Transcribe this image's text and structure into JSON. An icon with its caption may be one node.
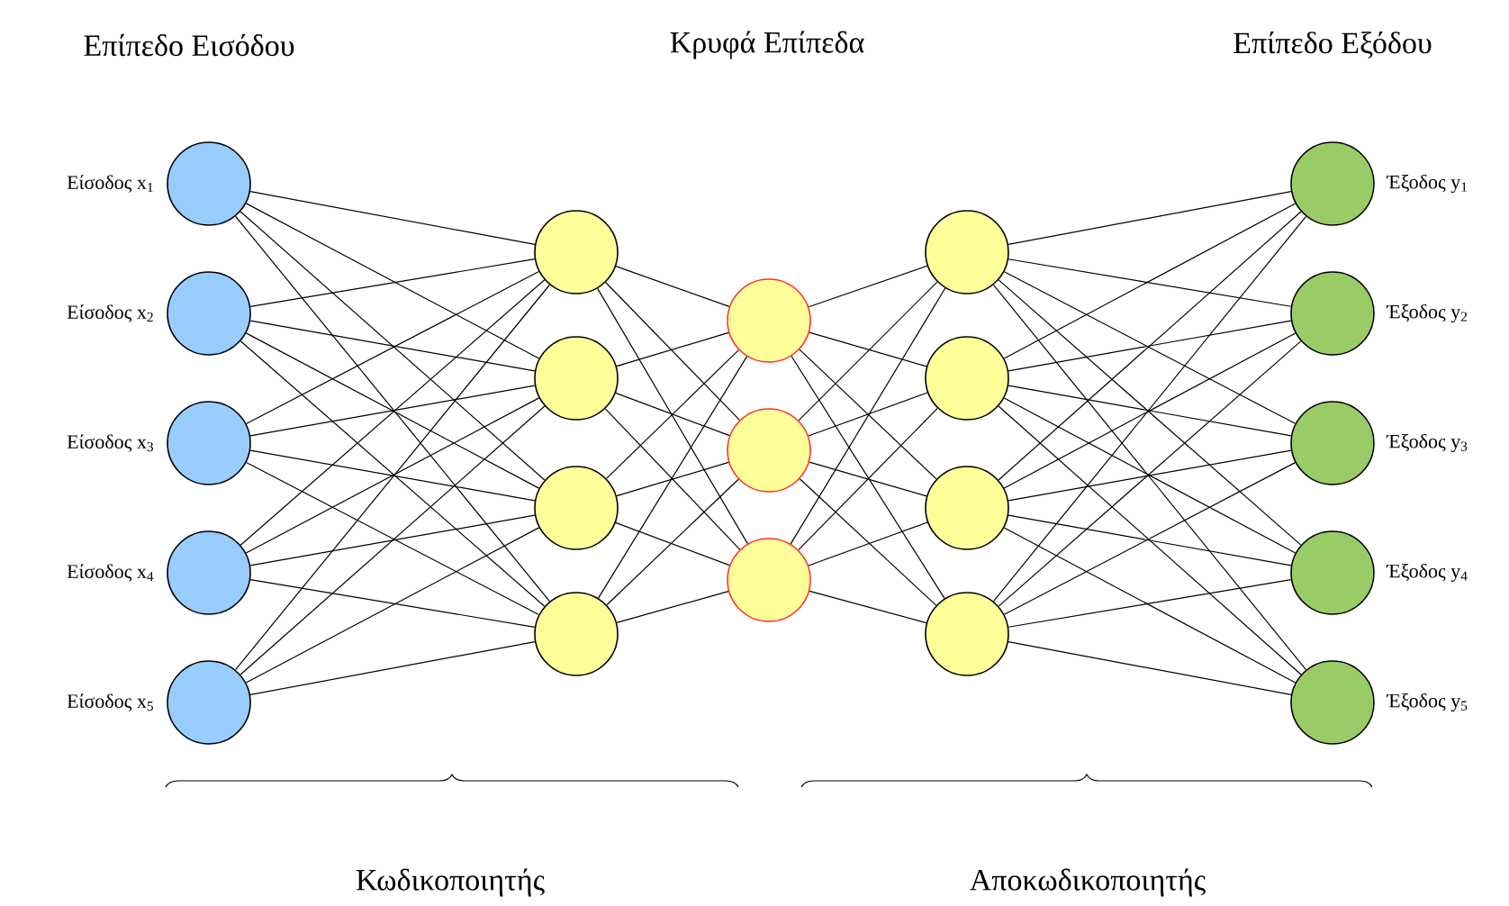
{
  "diagram": {
    "nodes": [
      {
        "text": [],
        "shape": "circle",
        "beside": [
          "Είσοδος x$_{1}$"
        ]
      },
      {
        "text": [],
        "shape": "circle",
        "beside": [
          "Είσοδος x$_{2}$"
        ]
      },
      {
        "text": [],
        "shape": "circle",
        "beside": [
          "Είσοδος x$_{3}$"
        ]
      },
      {
        "text": [],
        "shape": "circle",
        "beside": [
          "Είσοδος x$_{4}$"
        ]
      },
      {
        "text": [],
        "shape": "circle",
        "beside": [
          "Είσοδος x$_{5}$"
        ]
      },
      {
        "text": [],
        "shape": "circle"
      },
      {
        "text": [],
        "shape": "circle"
      },
      {
        "text": [],
        "shape": "circle"
      },
      {
        "text": [],
        "shape": "circle"
      },
      {
        "text": [],
        "shape": "circle"
      },
      {
        "text": [],
        "shape": "circle"
      },
      {
        "text": [],
        "shape": "circle"
      },
      {
        "text": [],
        "shape": "circle"
      },
      {
        "text": [],
        "shape": "circle"
      },
      {
        "text": [],
        "shape": "circle"
      },
      {
        "text": [],
        "shape": "circle"
      },
      {
        "text": [],
        "shape": "circle",
        "beside": [
          "Έξοδος y$_{1}$"
        ]
      },
      {
        "text": [],
        "shape": "circle",
        "beside": [
          "Έξοδος y$_{2}$"
        ]
      },
      {
        "text": [],
        "shape": "circle",
        "beside": [
          "Έξοδος y$_{3}$"
        ]
      },
      {
        "text": [],
        "shape": "circle",
        "beside": [
          "Έξοδος y$_{4}$"
        ]
      },
      {
        "text": [],
        "shape": "circle",
        "beside": [
          "Έξοδος y$_{5}$"
        ]
      }
    ],
    "edges": [
      {
        "from": 0,
        "to": 5,
        "arrow": "none"
      },
      {
        "from": 0,
        "to": 6,
        "arrow": "none"
      },
      {
        "from": 0,
        "to": 7,
        "arrow": "none"
      },
      {
        "from": 0,
        "to": 8,
        "arrow": "none"
      },
      {
        "from": 1,
        "to": 5,
        "arrow": "none"
      },
      {
        "from": 1,
        "to": 6,
        "arrow": "none"
      },
      {
        "from": 1,
        "to": 7,
        "arrow": "none"
      },
      {
        "from": 1,
        "to": 8,
        "arrow": "none"
      },
      {
        "from": 2,
        "to": 5,
        "arrow": "none"
      },
      {
        "from": 2,
        "to": 6,
        "arrow": "none"
      },
      {
        "from": 2,
        "to": 7,
        "arrow": "none"
      },
      {
        "from": 2,
        "to": 8,
        "arrow": "none"
      },
      {
        "from": 3,
        "to": 5,
        "arrow": "none"
      },
      {
        "from": 3,
        "to": 6,
        "arrow": "none"
      },
      {
        "from": 3,
        "to": 7,
        "arrow": "none"
      },
      {
        "from": 3,
        "to": 8,
        "arrow": "none"
      },
      {
        "from": 4,
        "to": 5,
        "arrow": "none"
      },
      {
        "from": 4,
        "to": 6,
        "arrow": "none"
      },
      {
        "from": 4,
        "to": 7,
        "arrow": "none"
      },
      {
        "from": 4,
        "to": 8,
        "arrow": "none"
      },
      {
        "from": 5,
        "to": 9,
        "arrow": "none"
      },
      {
        "from": 5,
        "to": 10,
        "arrow": "none"
      },
      {
        "from": 5,
        "to": 11,
        "arrow": "none"
      },
      {
        "from": 6,
        "to": 9,
        "arrow": "none"
      },
      {
        "from": 6,
        "to": 10,
        "arrow": "none"
      },
      {
        "from": 6,
        "to": 11,
        "arrow": "none"
      },
      {
        "from": 7,
        "to": 9,
        "arrow": "none"
      },
      {
        "from": 7,
        "to": 10,
        "arrow": "none"
      },
      {
        "from": 7,
        "to": 11,
        "arrow": "none"
      },
      {
        "from": 8,
        "to": 9,
        "arrow": "none"
      },
      {
        "from": 8,
        "to": 10,
        "arrow": "none"
      },
      {
        "from": 8,
        "to": 11,
        "arrow": "none"
      },
      {
        "from": 9,
        "to": 12,
        "arrow": "none"
      },
      {
        "from": 9,
        "to": 13,
        "arrow": "none"
      },
      {
        "from": 9,
        "to": 14,
        "arrow": "none"
      },
      {
        "from": 9,
        "to": 15,
        "arrow": "none"
      },
      {
        "from": 10,
        "to": 12,
        "arrow": "none"
      },
      {
        "from": 10,
        "to": 13,
        "arrow": "none"
      },
      {
        "from": 10,
        "to": 14,
        "arrow": "none"
      },
      {
        "from": 10,
        "to": 15,
        "arrow": "none"
      },
      {
        "from": 11,
        "to": 12,
        "arrow": "none"
      },
      {
        "from": 11,
        "to": 13,
        "arrow": "none"
      },
      {
        "from": 11,
        "to": 14,
        "arrow": "none"
      },
      {
        "from": 11,
        "to": 15,
        "arrow": "none"
      },
      {
        "from": 12,
        "to": 16,
        "arrow": "none"
      },
      {
        "from": 12,
        "to": 17,
        "arrow": "none"
      },
      {
        "from": 12,
        "to": 18,
        "arrow": "none"
      },
      {
        "from": 12,
        "to": 19,
        "arrow": "none"
      },
      {
        "from": 12,
        "to": 20,
        "arrow": "none"
      },
      {
        "from": 13,
        "to": 16,
        "arrow": "none"
      },
      {
        "from": 13,
        "to": 17,
        "arrow": "none"
      },
      {
        "from": 13,
        "to": 18,
        "arrow": "none"
      },
      {
        "from": 13,
        "to": 19,
        "arrow": "none"
      },
      {
        "from": 13,
        "to": 20,
        "arrow": "none"
      },
      {
        "from": 14,
        "to": 16,
        "arrow": "none"
      },
      {
        "from": 14,
        "to": 17,
        "arrow": "none"
      },
      {
        "from": 14,
        "to": 18,
        "arrow": "none"
      },
      {
        "from": 14,
        "to": 19,
        "arrow": "none"
      },
      {
        "from": 14,
        "to": 20,
        "arrow": "none"
      },
      {
        "from": 15,
        "to": 16,
        "arrow": "none"
      },
      {
        "from": 15,
        "to": 17,
        "arrow": "none"
      },
      {
        "from": 15,
        "to": 18,
        "arrow": "none"
      },
      {
        "from": 15,
        "to": 19,
        "arrow": "none"
      },
      {
        "from": 15,
        "to": 20,
        "arrow": "none"
      }
    ],
    "labels": [
      "Επίπεδο Εισόδου",
      "Κρυφά Επίπεδα",
      "Επίπεδο Εξόδου",
      "Κωδικοποιητής",
      "Αποκωδικοποιητής"
    ]
  }
}
